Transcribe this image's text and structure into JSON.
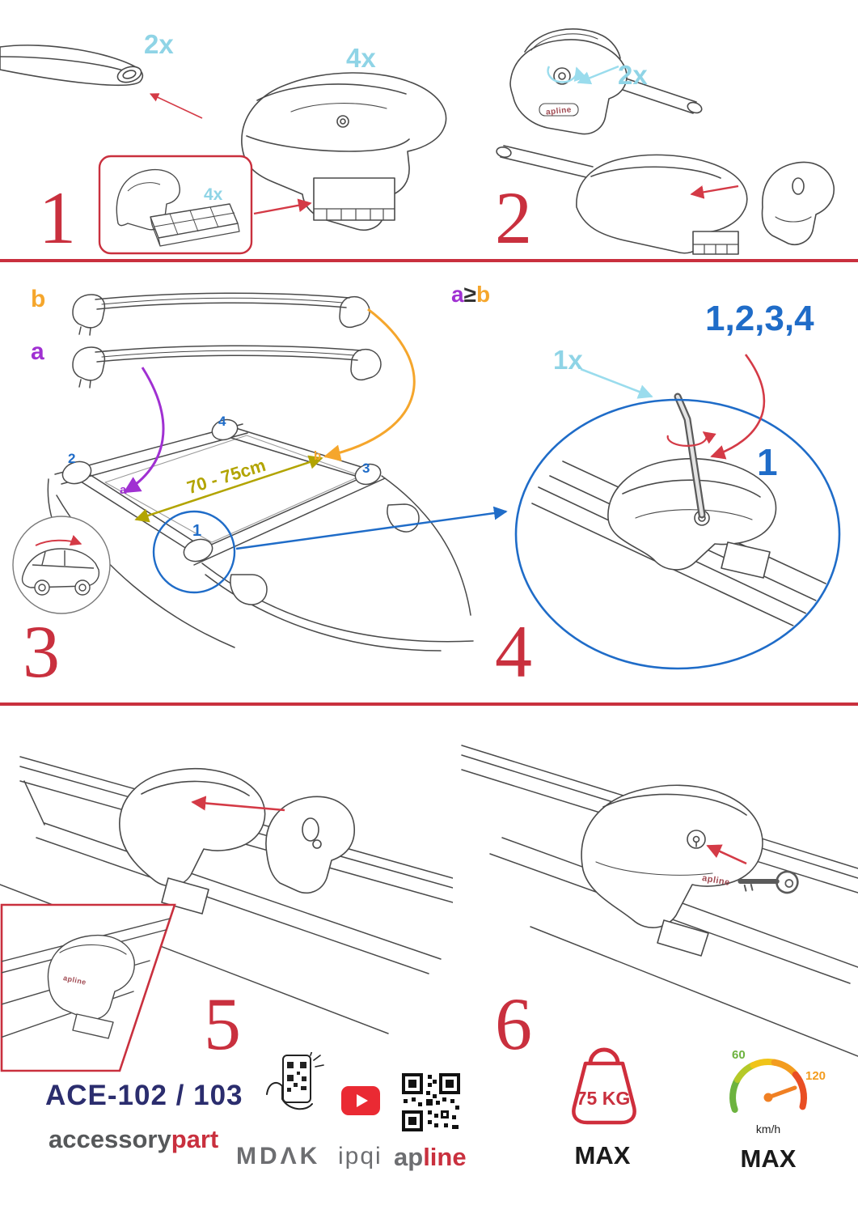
{
  "colors": {
    "accent_red": "#c9303e",
    "quantity_cyan": "#8fd4e6",
    "position_blue": "#1f6cc8",
    "label_orange": "#f5a62c",
    "label_purple": "#a030d2",
    "measure_olive": "#b2a400",
    "brand_navy": "#2b2d6e",
    "brand_gray": "#6d6e71"
  },
  "steps": {
    "s1": {
      "number": "1",
      "bar_qty": "2x",
      "foot_qty": "4x",
      "pad_qty": "4x"
    },
    "s2": {
      "number": "2",
      "lock_qty": "2x"
    },
    "s3": {
      "number": "3",
      "bar_b_label": "b",
      "bar_a_label": "a",
      "distance_label": "70 - 75cm",
      "roof_a": "a",
      "roof_b": "b",
      "foot_1": "1",
      "foot_2": "2",
      "foot_3": "3",
      "foot_4": "4"
    },
    "s4": {
      "number": "4",
      "rule_a": "a",
      "rule_op": "≥",
      "rule_b": "b",
      "sequence": "1,2,3,4",
      "key_qty": "1x",
      "detail_number": "1"
    },
    "s5": {
      "number": "5"
    },
    "s6": {
      "number": "6"
    }
  },
  "logos": {
    "model": "ACE-102 / 103",
    "accessory": "accessory",
    "part": "part",
    "mdak": "MDΛK",
    "ipqi": "ipqi",
    "ap": "ap",
    "line": "line",
    "apline": "apline"
  },
  "limits": {
    "weight_value": "75 KG",
    "weight_max": "MAX",
    "speed_low": "60",
    "speed_high": "120",
    "speed_unit": "km/h",
    "speed_max": "MAX"
  }
}
